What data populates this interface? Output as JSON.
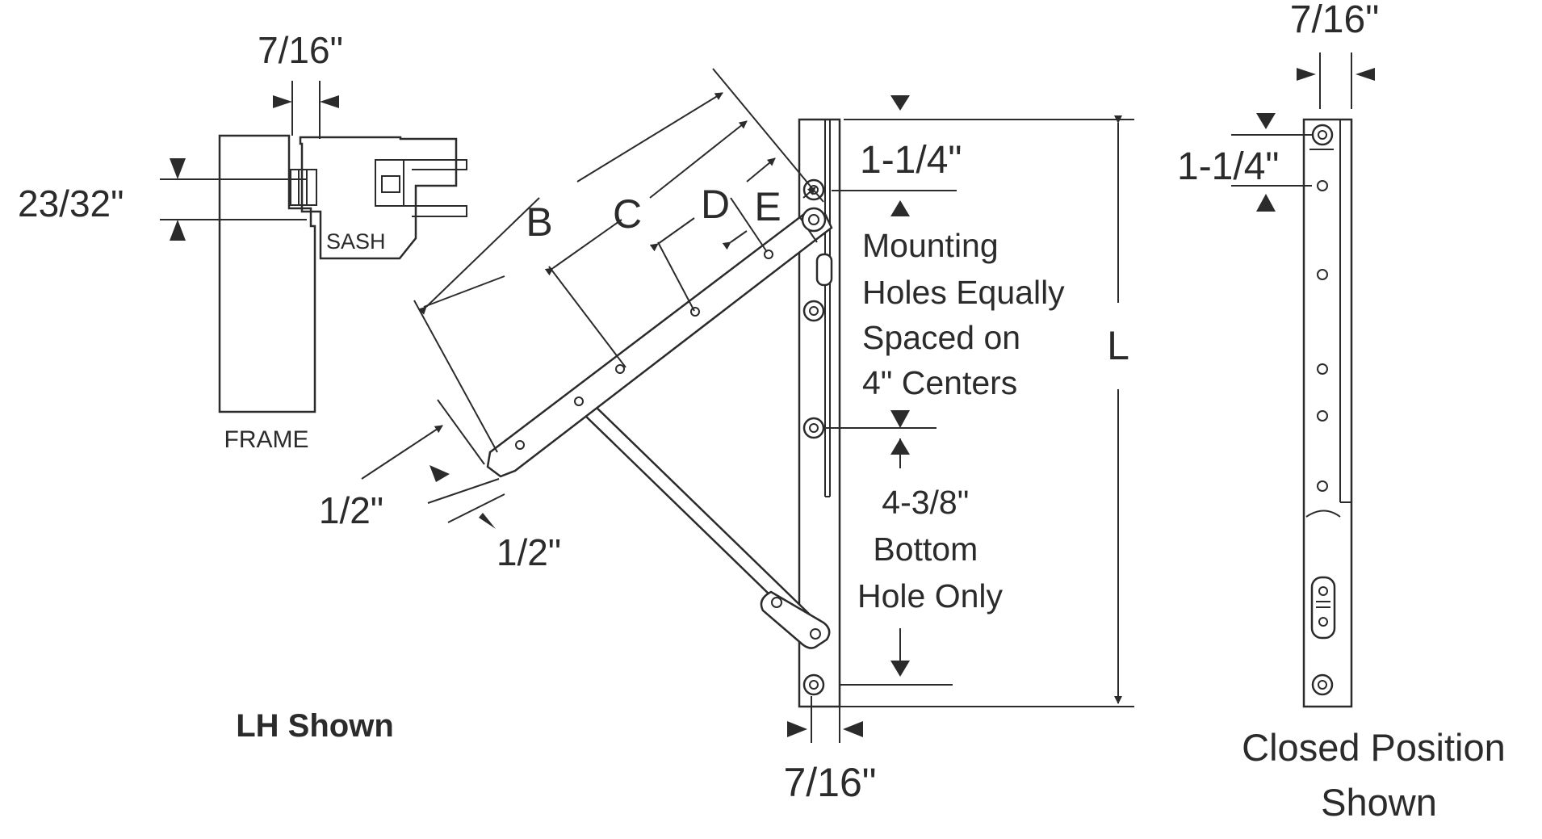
{
  "section_view": {
    "frame_label": "FRAME",
    "sash_label": "SASH",
    "gap_dim": "7/16\"",
    "height_dim": "23/32\""
  },
  "open_view": {
    "dim_b": "B",
    "dim_c": "C",
    "dim_d": "D",
    "dim_e": "E",
    "dim_l": "L",
    "top_offset": "1-1/4\"",
    "mounting_note": [
      "Mounting",
      "Holes Equally",
      "Spaced on",
      "4\" Centers"
    ],
    "bottom_note": [
      "4-3/8\"",
      "Bottom",
      "Hole Only"
    ],
    "end_offset_a": "1/2\"",
    "end_offset_b": "1/2\"",
    "track_width": "7/16\"",
    "handing": "LH Shown"
  },
  "closed_view": {
    "width_dim": "7/16\"",
    "top_offset": "1-1/4\"",
    "caption": [
      "Closed Position",
      "Shown"
    ]
  }
}
